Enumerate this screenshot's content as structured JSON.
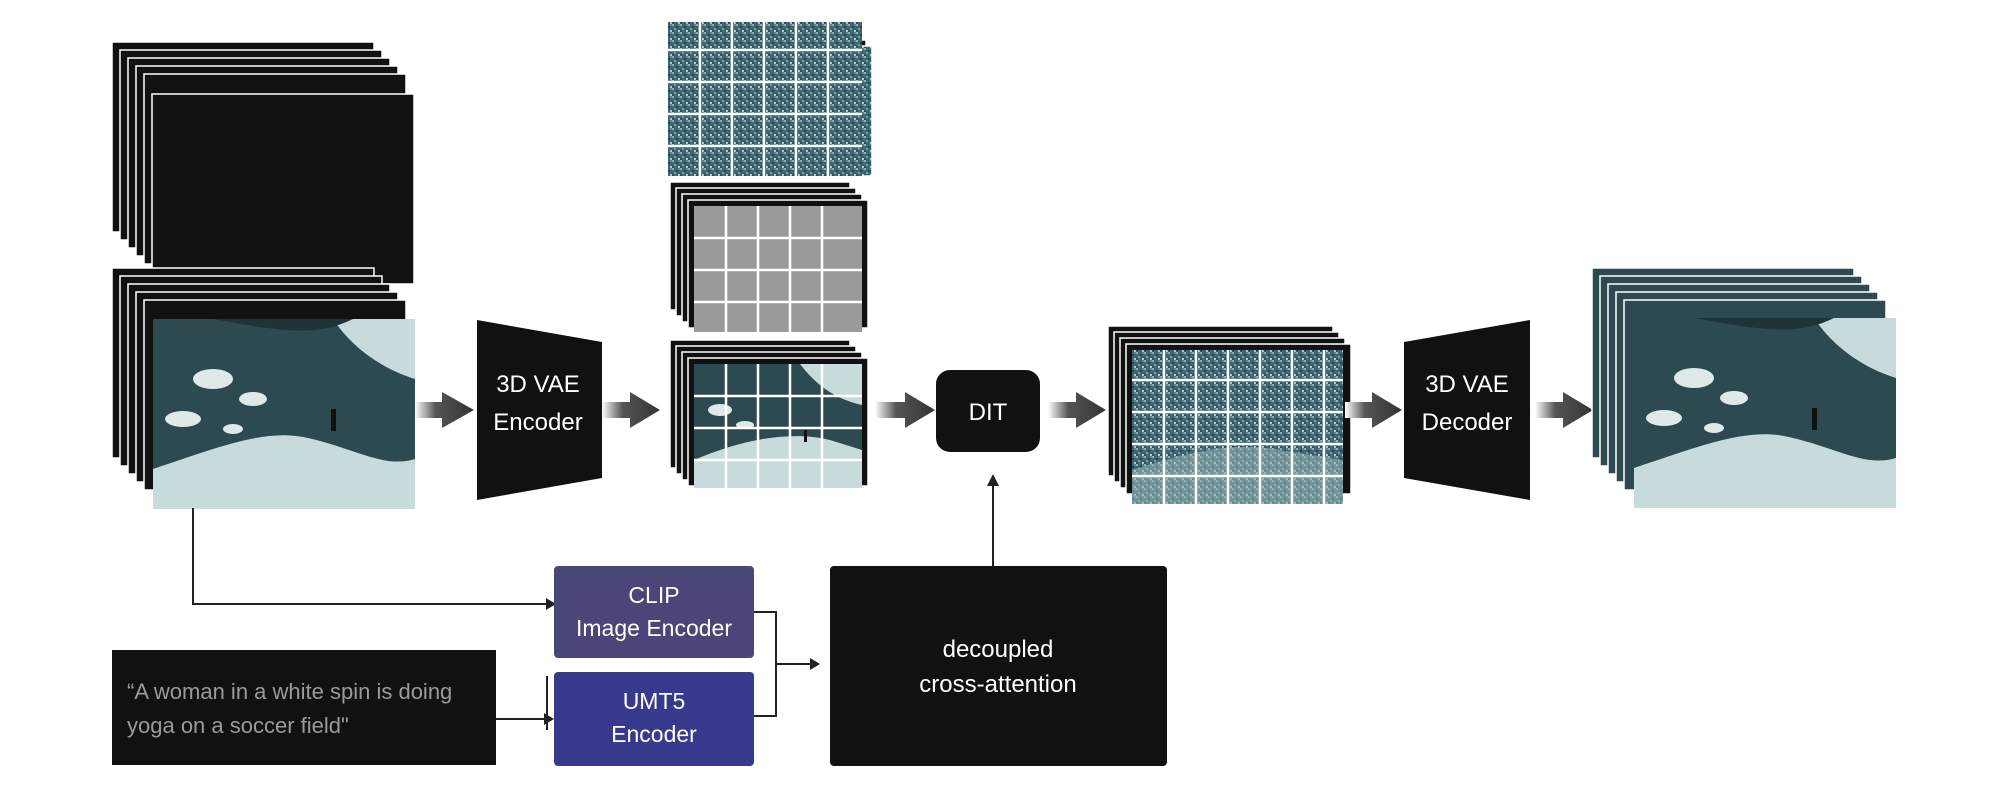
{
  "prompt": {
    "line1": "“A woman in a white spin is doing",
    "line2": "yoga on a soccer field\""
  },
  "vae_encoder": {
    "line1": "3D VAE",
    "line2": "Encoder"
  },
  "vae_decoder": {
    "line1": "3D VAE",
    "line2": "Decoder"
  },
  "dit": {
    "label": "DIT"
  },
  "clip_encoder": {
    "line1": "CLIP",
    "line2": "Image Encoder"
  },
  "umt5_encoder": {
    "line1": "UMT5",
    "line2": "Encoder"
  },
  "cross_attention": {
    "line1": "decoupled",
    "line2": "cross-attention"
  },
  "colors": {
    "box_dark": "#111111",
    "clip_fill": "#4a4778",
    "umt5_fill": "#373a8c",
    "scene_water": "#2c4a4f",
    "scene_ice": "#c7dbdc",
    "mask_gray": "#9a9a9a"
  }
}
